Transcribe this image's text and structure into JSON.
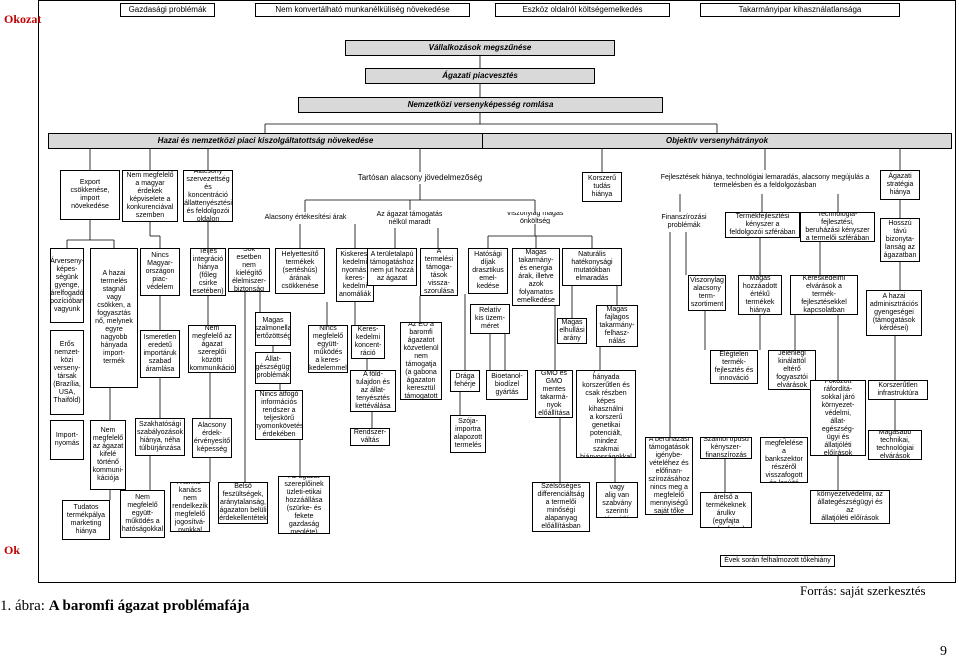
{
  "labels": {
    "okozat": "Okozat",
    "ok": "Ok",
    "caption_prefix": "1. ábra: ",
    "caption_title": "A baromfi ágazat problémafája",
    "source": "Forrás: saját szerkesztés",
    "page_number": "9"
  },
  "top_row": [
    "Gazdasági problémák",
    "Nem konvertálható munkanélküliség növekedése",
    "Eszköz oldalról költségemelkedés",
    "Takarmányipar kihasználatlansága"
  ],
  "chain": [
    "Vállalkozások megszűnése",
    "Ágazati piacvesztés",
    "Nemzetközi versenyképesség romlása"
  ],
  "main_branches": [
    "Hazai és nemzetközi piaci kiszolgáltatottság növekedése",
    "Objektív versenyhátrányok"
  ],
  "left": {
    "export": "Export\ncsökkenése,\nimport\nnövekedése",
    "arverseny": "Árverseny-\nképes-\nségünk\ngyenge,\nárelfogadó\npozícióban\nvagyunk",
    "eros": "Erős\nnemzet-\nközi\nverseny-\ntársak\n(Brazília,\nUSA,\nThaiföld)",
    "importnyomas": "Import-\nnyomás",
    "hazai_termeles": "A hazai\ntermelés\nstagnál\nvagy\ncsökken, a\nfogyasztás\nnő, melynek\negyre\nnagyobb\nhányada\nimport-\ntermék",
    "nem_megfelelo_kifele": "Nem\nmegfelelő\naz ágazat\nkifelé\ntörténő\nkommuni-\nkációja",
    "tudatos": "Tudatos\ntermékpálya\nmarketing\nhiánya"
  },
  "col2": {
    "nem_megfelelo_erdek": "Nem megfelelő\na magyar\nérdekek\nképviselete a\nkonkurenciával\nszemben",
    "nincs_magyar": "Nincs\nMagyar-\nországon\npiac-\nvédelem",
    "ismeretlen": "Ismeretlen\neredetű\nimportáruk\nszabad\náramlása",
    "szakhatosagi": "Szakhatósági\nszabályozások\nhiánya, néha\ntúlbürjánzása",
    "nem_megfelelo_egyuttmukodes": "Nem\nmegfelelő\negyütt-\nműködés a\nhatóságokkal"
  },
  "col3": {
    "alacsony_szervezett": "Alacsony\nszervezettség\nés koncentráció\nállattenyésztési\nés feldolgozói\noldalon",
    "teljes_integracio": "Teljes\nintegráció\nhiánya\n(főleg\ncsirke\nesetében)",
    "nem_megfelelo_szereplok": "Nem\nmegfelelő az\nágazat\nszereplői\nközötti\nkommunikáció",
    "alacsony_erdek": "Alacsony\nérdek-\nérvényesítő\nképesség",
    "a_termeknek": "A termé-\nkanács nem\nrendelkezik\nmegfelelő\njogosítvá-\nnyokkal"
  },
  "col4": {
    "sok_esetben": "Sok esetben\nnem\nkielégítő\nélelmiszer-\nbiztonság",
    "belso": "Belső\nfeszültségek,\naránytalanság,\nágazaton belüli\nérdekellentétek"
  },
  "middle": {
    "tartosan": "Tartósan alacsony jövedelmezőség",
    "alacsony_ertek": "Alacsony értékesítési árak",
    "az_agazat_tamogatas": "Az ágazat támogatás\nnélkül maradt",
    "viszonylag": "Viszonylag magas önköltség",
    "helyettesito": "Helyettesítő\ntermékek\n(sertéshús)\nárának\ncsökkenése",
    "kiskeres": "Kiskeres-\nkedelmi\nnyomás,\nkeres-\nkedelmi\nanomáliák",
    "teruletalapu": "A területalapú\ntámogatáshoz\nnem jut hozzá\naz ágazat",
    "termelesi": "A\ntermelési\ntámoga-\ntások\nvissza-\nszorulása",
    "hatosagi": "Hatósági\ndíjak\ndrasztikus\nemel-\nkedése",
    "magas_takarmany": "Magas\ntakarmány-\nés energia\nárak, illetve\nazok\nfolyamatos\nemelkedése",
    "naturalis": "Naturális\nhatékonysági\nmutatókban\nelmaradás",
    "relativ": "Relatív\nkis üzem-\nméret",
    "magas_szamonella": "Magas\nszalmonella\nfertőzöttség",
    "allat_egeszseg": "Állat-\negészségügyi\nproblémák",
    "nincs_afogo": "Nincs átfogó\ninformációs\nrendszer a\nteljeskörű\nnyomonkövetés\nérdekében",
    "az_agazat_szereplok": "Az ágazat\nszereplőinek\nüzleti-etikai\nhozzáállása\n(szürke- és\nfekete\ngazdaság\nmegléte)",
    "nincs_egyutt": "Nincs\nmegfelelő\negyütt-\nműködés\na keres-\nkedelemmel",
    "kereskedelmi": "Keres-\nkedelmi\nkoncent-\nráció",
    "a_foldtulajdon": "A föld-\ntulajdon és\naz állat-\ntenyésztés\nkettéválása",
    "rendszervaltas": "Rendszer-\nváltás",
    "az_eu": "Az EU a\nbaromfi\nágazatot\nközvetlenül\nnem\ntámogatja\n(a gabona\nágazaton\nkeresztül\ntámogatott",
    "draga_feherje": "Drága\nfehérje",
    "bioetanol": "Bioetanol-\nbiodízel\ngyártás",
    "szoja": "Szója-\nimportra\nalapozott\ntermelés",
    "magas_elhullas": "Magas\nelhullási\narány",
    "magas_fajlagos": "Magas\nfajlagos\ntakarmány-\nfelhasz-\nnálás",
    "gmo": "GMO és\nGMO\nmentes\ntakarmá-\nnyok\nelőállítása",
    "telepek": "A telepek jelentős\nhányada\nkorszerűtlen és\ncsak részben\nképes kihasználni\na korszerű\ngenetikai\npotenciált, mindez\nszakmai\nhiányosságokkal\npárosul",
    "szolesseges": "Szélsőséges\ndifferenciáltság\na termelői\nminőségi\nalapanyag\nelőállításban",
    "nincs_vagy": "Nincs, vagy\nalig van\nszabvány\nszerinti\nutánpótlás",
    "korszeru": "Korszerű\ntudás\nhiánya"
  },
  "right": {
    "fejlesztesek": "Fejlesztések hiánya, technológiai lemaradás, alacsony megújulás a\ntermelésben és a feldolgozásban",
    "agazati_strategia": "Ágazati\nstratégia\nhiánya",
    "finanszirozasi": "Finanszírozási\nproblémák",
    "termekfejlesztesi": "Termékfejlesztési\nkényszer a\nfeldolgozói szférában",
    "technologia": "Technológia-\nfejlesztési,\nberuházási kényszer\na termelői szférában",
    "hosszu_tavu": "Hosszú\ntávú\nbizonyta-\nlanság az\nágazatban",
    "viszonylag_alacsony": "Viszonylag\nalacsony\nterm-\nszortiment",
    "magas_hozzaadott": "Magas\nhozzáadott\nértékű\ntermékek\nhiánya",
    "kereskedelmi_elvarasok": "Kereskedelmi\nelvárások a\ntermék-\nfejlesztésekkel\nkapcsolatban",
    "hazai_adminisztracio": "A hazai\nadminisztrációs\ngyengeségei\n(támogatások\nkérdései)",
    "elegtelen": "Elégtelen\ntermék-\nfejlesztés és\ninnováció",
    "jelenlegi": "Jelenlegi\nkinálattól\neltérő\nfogyasztói\nelvárások",
    "fokozott": "Fokozott\nráfordítá-\nsokkal járó\nkörnyezet-\nvédelmi,\nállat-\negészség-\nügyi és\nállatjóléti\nelőírások",
    "korszerutlen_infra": "Korszerűtlen\ninfrastruktúra",
    "beruhazasi": "A beruházási\ntámogatások\nigénybe-\nvételéhez és\nelőfinan-\nszírozásához\nnincs meg a\nmegfelelő\nmennyiségű\nsaját tőke",
    "szallitoi": "Szállítói típusú\nkényszer-\nfinanszírozás",
    "az_agazat_kepes": "Az ágazat\nmegfelelése a\nbankszektor\nrészéről\nvisszafogott\nés lesújtó",
    "nincs_rendes": "Nincs rendes\nárelső a\ntermékeknek\nárulkv (egyfajta\nszabadpiac)",
    "magasabb_technikai": "Magasabb\ntechnikai,\ntechnológiai\nelvárások",
    "felkeszuletlenseg": "Felkészületlenség a\nkörnyezetvédelmi, az\nállategészségügyi és az\nállatjóléti előírások\nmegfelelésére",
    "evek_soran": "Évek során felhalmozott tőkehiány"
  }
}
